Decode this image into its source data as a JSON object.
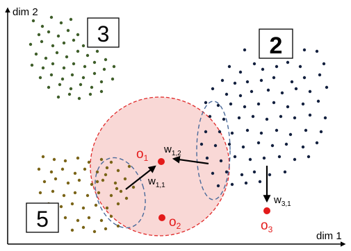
{
  "axes": {
    "x_label": "dim 1",
    "y_label": "dim 2"
  },
  "digit_boxes": [
    {
      "glyph": "3"
    },
    {
      "glyph": "2"
    },
    {
      "glyph": "5"
    }
  ],
  "clusters": [
    {
      "name": "cluster-3",
      "color": "#3f5e2a"
    },
    {
      "name": "cluster-2",
      "color": "#14213f"
    },
    {
      "name": "cluster-5",
      "color": "#7a6418"
    }
  ],
  "region": {
    "fill": "#f9d8d6",
    "stroke": "#e02a2a"
  },
  "ellipse_color": "#4a6a9a",
  "points": {
    "color": "#e31a1a",
    "labels": [
      {
        "base": "o",
        "sub": "1"
      },
      {
        "base": "o",
        "sub": "2"
      },
      {
        "base": "o",
        "sub": "3"
      }
    ]
  },
  "arrows": [
    {
      "label_base": "w",
      "label_sub": "1,1"
    },
    {
      "label_base": "w",
      "label_sub": "1,2"
    },
    {
      "label_base": "w",
      "label_sub": "3,1"
    }
  ]
}
